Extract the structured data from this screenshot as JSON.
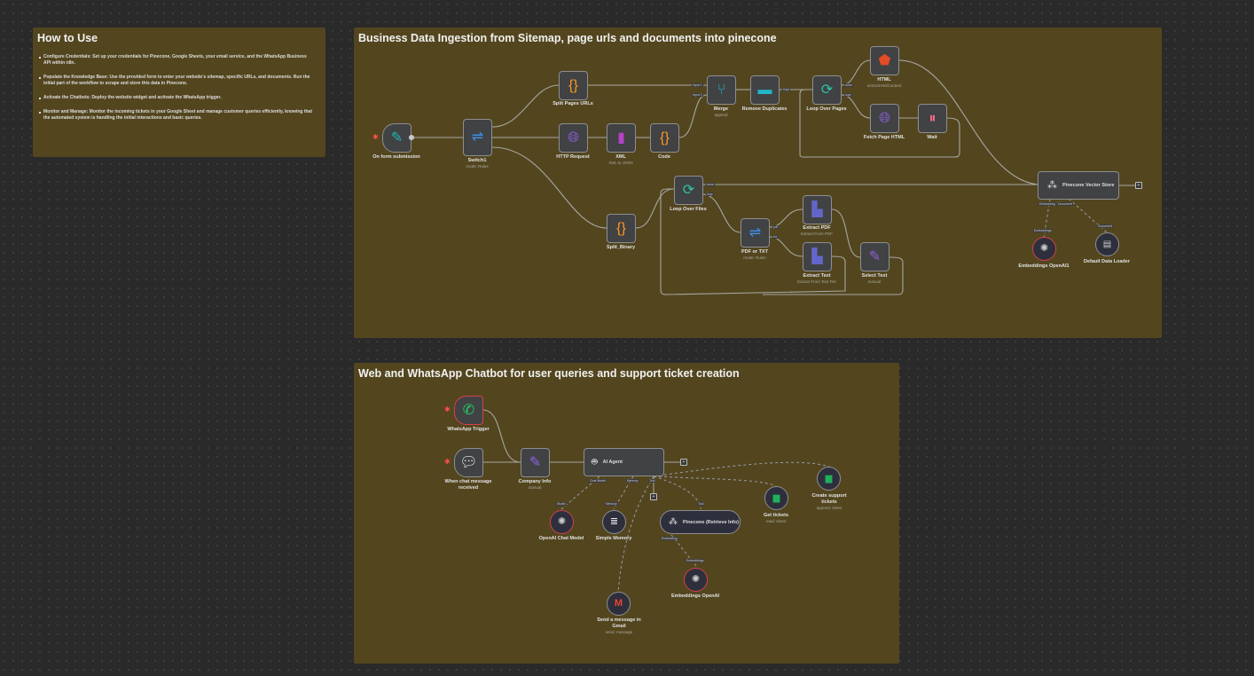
{
  "canvas": {
    "background": "#2a2a2b"
  },
  "sticky_notes": {
    "how_to_use": {
      "title": "How to Use",
      "items": [
        "Configure Credentials: Set up your credentials for Pinecone, Google Sheets, your email service, and the WhatsApp Business API within n8n.",
        "Populate the Knowledge Base: Use the provided form to enter your website's sitemap, specific URLs, and documents. Run the initial part of the workflow to scrape and store this data in Pinecone.",
        "Activate the Chatbots: Deploy the website widget and activate the WhatsApp trigger.",
        "Monitor and Manage: Monitor the incoming tickets in your Google Sheet and manage customer queries efficiently, knowing that the automated system is handling the initial interactions and basic queries."
      ]
    },
    "ingestion": {
      "title": "Business Data Ingestion from Sitemap, page urls and documents into pinecone"
    },
    "chatbot": {
      "title": "Web and WhatsApp Chatbot for user queries and support ticket creation"
    },
    "color": "#53461f"
  },
  "nodes": {
    "form": {
      "label": "On form submission",
      "icon": "form-icon"
    },
    "switch1": {
      "label": "Switch1",
      "sub": "mode: Rules",
      "icon": "switch-icon"
    },
    "split_pages": {
      "label": "Split Pages URLs",
      "icon": "code-braces-icon"
    },
    "http": {
      "label": "HTTP Request",
      "icon": "globe-icon"
    },
    "xml": {
      "label": "XML",
      "sub": "XML to JSON",
      "icon": "xml-file-icon"
    },
    "code": {
      "label": "Code",
      "icon": "code-braces-icon"
    },
    "merge": {
      "label": "Merge",
      "sub": "append",
      "icon": "merge-icon",
      "inputs": [
        "Input 1",
        "Input 2"
      ]
    },
    "remove_dup": {
      "label": "Remove Duplicates",
      "icon": "remove-duplicates-icon",
      "out": "Kept"
    },
    "loop_pages": {
      "label": "Loop Over Pages",
      "icon": "loop-icon",
      "outs": [
        "done",
        "loop"
      ]
    },
    "html": {
      "label": "HTML",
      "sub": "extractHtmlContent",
      "icon": "html5-icon"
    },
    "fetch_html": {
      "label": "Fetch Page HTML",
      "icon": "globe-icon"
    },
    "wait": {
      "label": "Wait",
      "icon": "pause-icon"
    },
    "pinecone_store": {
      "label": "Pinecone Vector Store",
      "icon": "pinecone-icon",
      "ports": [
        "Embedding",
        "Document"
      ]
    },
    "emb1": {
      "label": "Embeddings OpenAI1",
      "icon": "openai-icon",
      "port": "Embeddings"
    },
    "loader": {
      "label": "Default Data Loader",
      "icon": "document-loader-icon",
      "port": "Document"
    },
    "split_binary": {
      "label": "Split_Binary",
      "icon": "code-braces-icon"
    },
    "loop_files": {
      "label": "Loop Over Files",
      "icon": "loop-icon",
      "outs": [
        "done",
        "loop"
      ]
    },
    "pdf_txt": {
      "label": "PDF or TXT",
      "sub": "mode: Rules",
      "icon": "switch-icon",
      "outs": [
        "pdf",
        "txt"
      ]
    },
    "extract_pdf": {
      "label": "Extract PDF",
      "sub": "Extract From PDF",
      "icon": "extract-file-icon"
    },
    "extract_text": {
      "label": "Extract Text",
      "sub": "Extract From Text File",
      "icon": "extract-file-icon"
    },
    "select_text": {
      "label": "Select Text",
      "sub": "manual",
      "icon": "pencil-icon"
    },
    "wa_trigger": {
      "label": "WhatsApp Trigger",
      "icon": "whatsapp-icon"
    },
    "chat_trigger": {
      "label": "When chat message received",
      "icon": "chat-icon"
    },
    "company_info": {
      "label": "Company Info",
      "sub": "manual",
      "icon": "pencil-icon"
    },
    "agent": {
      "label": "AI Agent",
      "icon": "robot-icon",
      "ports": [
        "Chat Model",
        "Memory",
        "Tool"
      ]
    },
    "chat_model": {
      "label": "OpenAI Chat Model",
      "icon": "openai-icon",
      "port": "Model"
    },
    "memory": {
      "label": "Simple Memory",
      "icon": "database-icon",
      "port": "Memory"
    },
    "pinecone_retrieve": {
      "label": "Pinecone (Retrieve Info)",
      "icon": "pinecone-icon",
      "port": "Tool",
      "emb_port": "Embedding"
    },
    "emb2": {
      "label": "Embeddings OpenAI",
      "icon": "openai-icon",
      "port": "Embeddings"
    },
    "gmail": {
      "label": "Send a message in Gmail",
      "sub": "send: message",
      "icon": "gmail-icon"
    },
    "get_tickets": {
      "label": "Get tickets",
      "sub": "read: sheet",
      "icon": "google-sheets-icon"
    },
    "create_tickets": {
      "label": "Create support tickets",
      "sub": "append: sheet",
      "icon": "google-sheets-icon"
    }
  }
}
